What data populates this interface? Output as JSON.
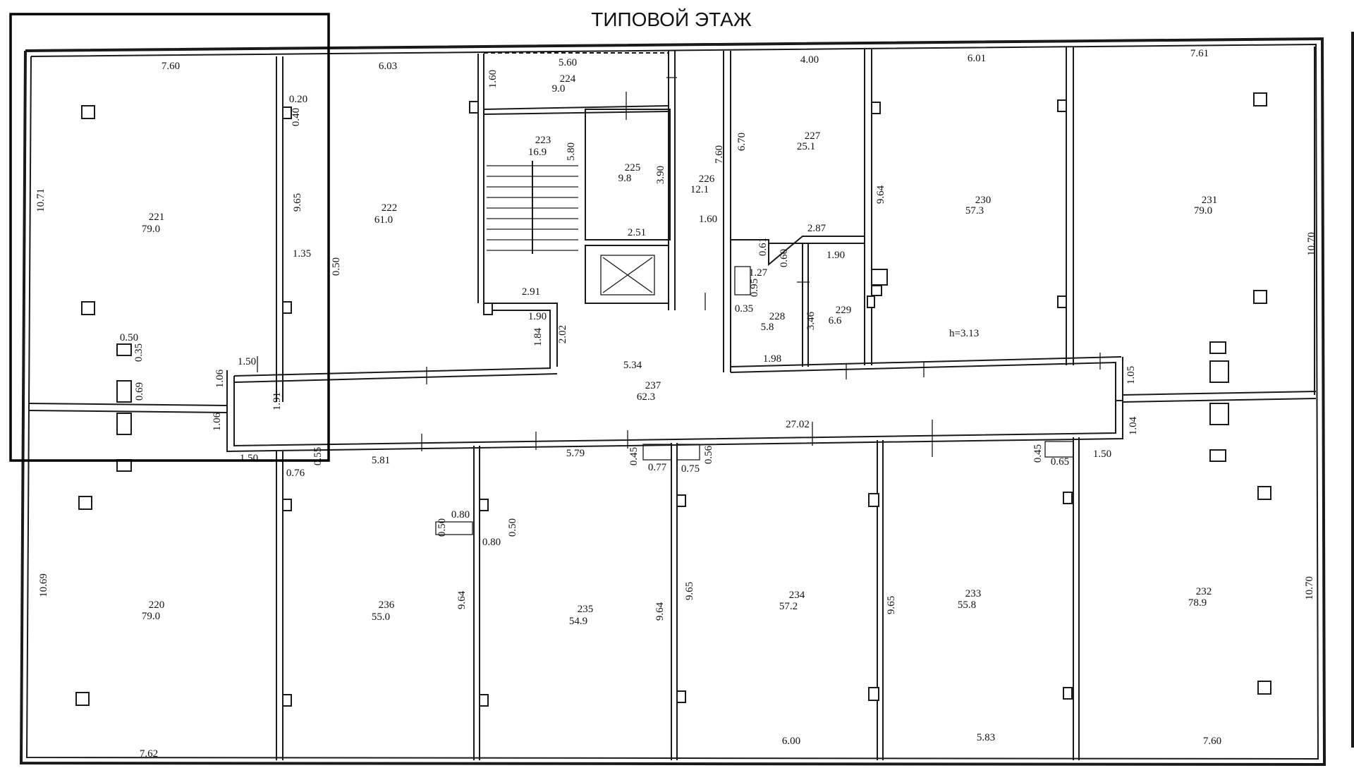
{
  "title": "ТИПОВОЙ ЭТАЖ",
  "height_note": "h=3.13",
  "rooms": [
    {
      "no": "221",
      "area": "79.0"
    },
    {
      "no": "222",
      "area": "61.0"
    },
    {
      "no": "223",
      "area": "16.9"
    },
    {
      "no": "224",
      "area": "9.0"
    },
    {
      "no": "225",
      "area": "9.8"
    },
    {
      "no": "226",
      "area": "12.1"
    },
    {
      "no": "227",
      "area": "25.1"
    },
    {
      "no": "228",
      "area": "5.8"
    },
    {
      "no": "229",
      "area": "6.6"
    },
    {
      "no": "230",
      "area": "57.3"
    },
    {
      "no": "231",
      "area": "79.0"
    },
    {
      "no": "237",
      "area": "62.3"
    },
    {
      "no": "220",
      "area": "79.0"
    },
    {
      "no": "236",
      "area": "55.0"
    },
    {
      "no": "235",
      "area": "54.9"
    },
    {
      "no": "234",
      "area": "57.2"
    },
    {
      "no": "233",
      "area": "55.8"
    },
    {
      "no": "232",
      "area": "78.9"
    }
  ],
  "dimensions": [
    "7.60",
    "6.03",
    "5.60",
    "4.00",
    "6.01",
    "7.61",
    "10.71",
    "9.65",
    "1.35",
    "0.50",
    "1.60",
    "5.80",
    "3.90",
    "2.51",
    "2.91",
    "1.90",
    "7.60",
    "1.60",
    "6.70",
    "2.87",
    "1.90",
    "0.61",
    "0.60",
    "1.27",
    "0.95",
    "0.35",
    "3.46",
    "1.98",
    "9.64",
    "10.70",
    "1.84",
    "2.02",
    "5.34",
    "27.02",
    "1.50",
    "1.06",
    "1.91",
    "1.06",
    "1.50",
    "0.76",
    "0.55",
    "5.81",
    "5.79",
    "0.45",
    "0.77",
    "0.75",
    "0.56",
    "0.45",
    "0.65",
    "1.50",
    "1.05",
    "1.04",
    "10.69",
    "9.64",
    "9.64",
    "9.65",
    "9.65",
    "10.70",
    "7.62",
    "6.00",
    "5.83",
    "7.60",
    "0.80",
    "0.80",
    "0.50",
    "0.50",
    "0.20",
    "0.40",
    "0.50",
    "0.35",
    "0.69"
  ]
}
